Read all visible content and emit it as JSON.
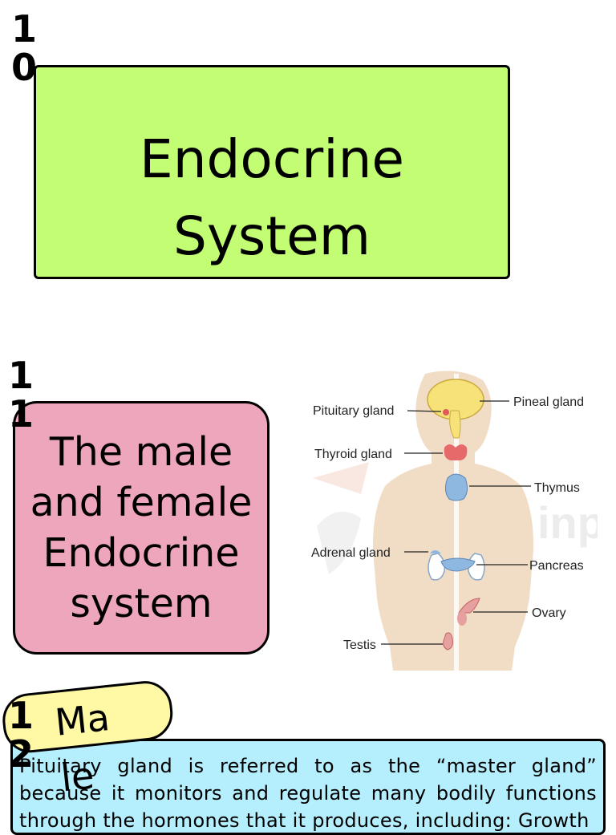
{
  "slide_numbers": [
    "10",
    "11",
    "12"
  ],
  "title": "Endocrine System",
  "subtitle": "The male and female Endocrine system",
  "diagram": {
    "labels": {
      "pituitary": "Pituitary gland",
      "pineal": "Pineal gland",
      "thyroid": "Thyroid gland",
      "thymus": "Thymus",
      "adrenal": "Adrenal gland",
      "pancreas": "Pancreas",
      "ovary": "Ovary",
      "testis": "Testis"
    }
  },
  "tag": "Male",
  "body_text": "Pituitary gland is referred to as the “master gland” because it monitors and regulate many bodily functions through the hormones that it produces, including: Growth",
  "colors": {
    "title_bg": "#c3fd73",
    "subtitle_bg": "#eea6bd",
    "tag_bg": "#fff9a6",
    "text_bg": "#b5eefc"
  }
}
